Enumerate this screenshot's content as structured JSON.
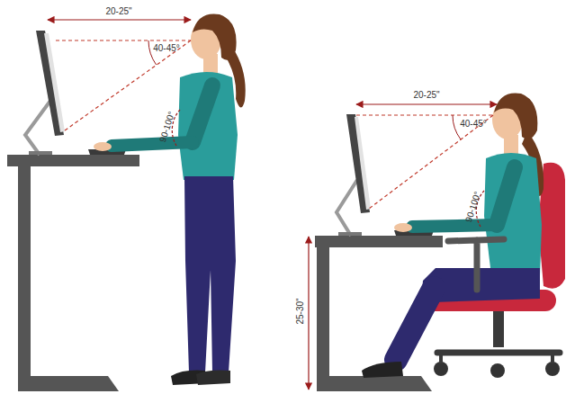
{
  "diagram": {
    "labels": [
      "20-25\"",
      "40-45°",
      "90-100°",
      "20-25\"",
      "40-45°",
      "90-100°",
      "25-30\""
    ]
  }
}
